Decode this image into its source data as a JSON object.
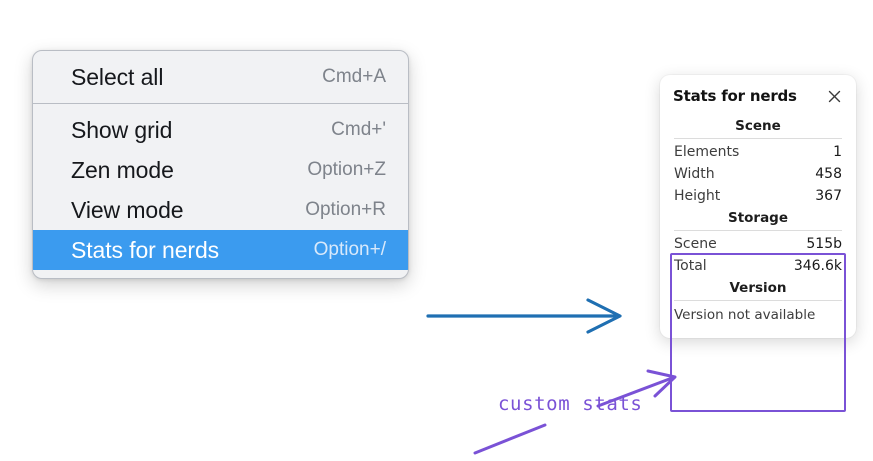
{
  "context_menu": {
    "name": "canvas-context-menu",
    "groups": [
      {
        "items": [
          {
            "label": "Select all",
            "shortcut": "Cmd+A",
            "selected": false,
            "name": "menu-item-select-all"
          }
        ]
      },
      {
        "items": [
          {
            "label": "Show grid",
            "shortcut": "Cmd+'",
            "selected": false,
            "name": "menu-item-show-grid"
          },
          {
            "label": "Zen mode",
            "shortcut": "Option+Z",
            "selected": false,
            "name": "menu-item-zen-mode"
          },
          {
            "label": "View mode",
            "shortcut": "Option+R",
            "selected": false,
            "name": "menu-item-view-mode"
          },
          {
            "label": "Stats for nerds",
            "shortcut": "Option+/",
            "selected": true,
            "name": "menu-item-stats-for-nerds"
          }
        ]
      }
    ]
  },
  "stats_panel": {
    "title": "Stats for nerds",
    "close_icon": "close-icon",
    "sections": [
      {
        "heading": "Scene",
        "rows": [
          {
            "key": "Elements",
            "value": "1"
          },
          {
            "key": "Width",
            "value": "458"
          },
          {
            "key": "Height",
            "value": "367"
          }
        ]
      },
      {
        "heading": "Storage",
        "rows": [
          {
            "key": "Scene",
            "value": "515b"
          },
          {
            "key": "Total",
            "value": "346.6k"
          }
        ]
      },
      {
        "heading": "Version",
        "note": "Version not available",
        "rows": []
      }
    ]
  },
  "annotations": {
    "handwritten_label": "custom stats",
    "arrow_blue_color": "#1f6fb2",
    "arrow_purple_color": "#7a52d6",
    "highlight_color": "#7a52d6"
  }
}
